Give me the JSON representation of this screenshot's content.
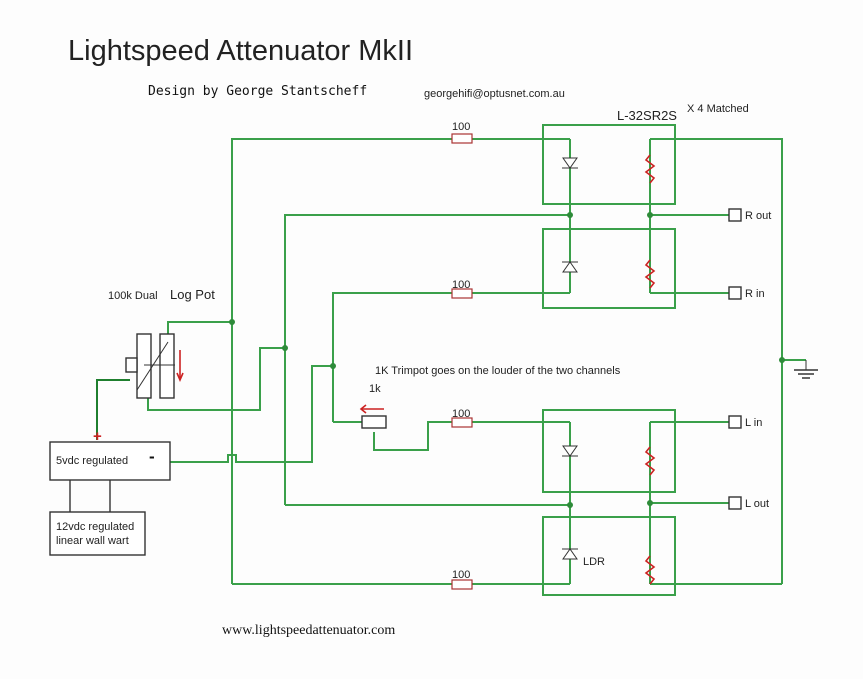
{
  "title": "Lightspeed Attenuator MkII",
  "designer": "Design by George Stantscheff",
  "email": "georgehifi@optusnet.com.au",
  "module": {
    "name": "L-32SR2S",
    "note": "X 4 Matched"
  },
  "pot": {
    "rating": "100k Dual",
    "type": "Log Pot"
  },
  "trimpot": {
    "note": "1K Trimpot goes on the louder of the two channels",
    "value": "1k"
  },
  "resistors": [
    "100",
    "100",
    "100",
    "100"
  ],
  "ports": {
    "r_out": "R out",
    "r_in": "R in",
    "l_in": "L in",
    "l_out": "L out"
  },
  "supply": {
    "regulator": "5vdc regulated",
    "wall_wart": "12vdc regulated linear wall wart",
    "plus": "+",
    "minus": "-"
  },
  "ldr_label": "LDR",
  "website": "www.lightspeedattenuator.com",
  "colors": {
    "wire": "#3aa04a",
    "polarity": "#c22222"
  }
}
